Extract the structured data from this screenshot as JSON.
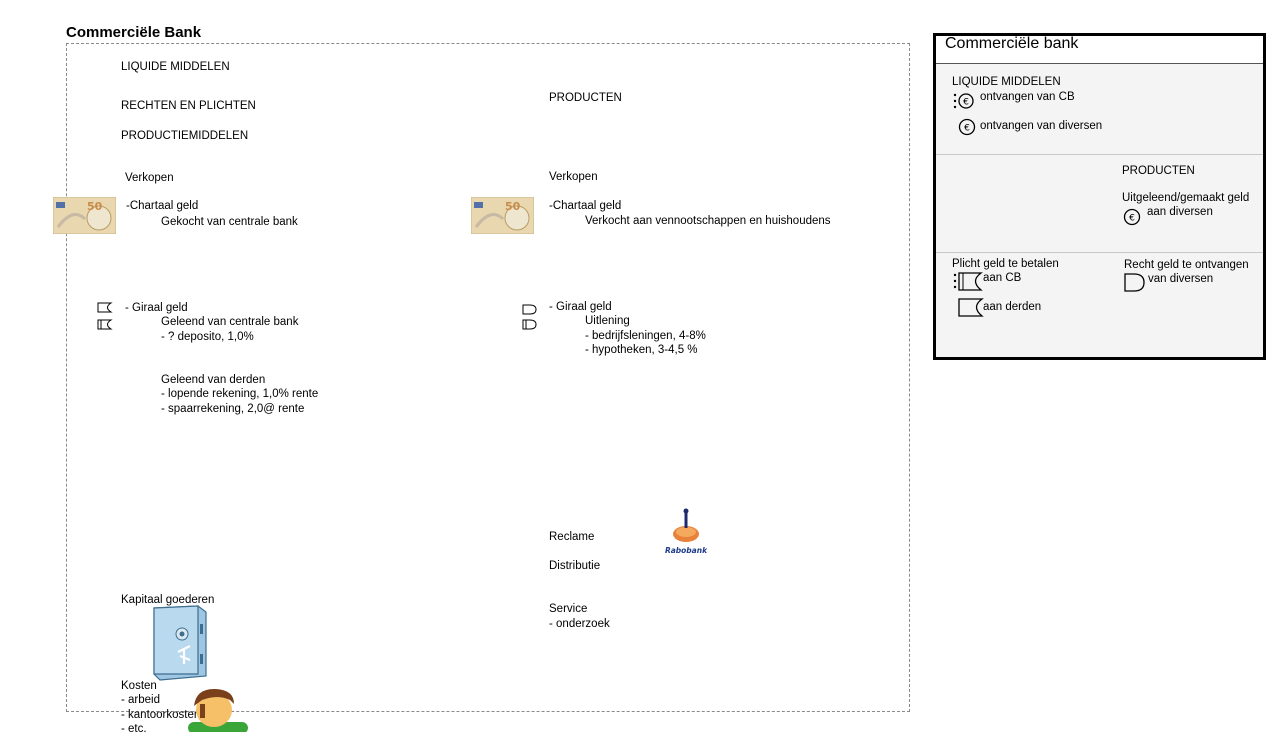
{
  "left": {
    "title": "Commerciële Bank",
    "liquide": "LIQUIDE MIDDELEN",
    "rechten": "RECHTEN EN PLICHTEN",
    "productiemiddelen": "PRODUCTIEMIDDELEN",
    "verkopen": "Verkopen",
    "chartaal": "-Chartaal geld",
    "chartaal_sub": "Gekocht van centrale bank",
    "giraal": "- Giraal geld",
    "giraal_sub1": "Geleend van centrale bank",
    "giraal_sub2": "- ? deposito, 1,0%",
    "derden_title": "Geleend van derden",
    "derden_1": "- lopende rekening, 1,0% rente",
    "derden_2": "- spaarrekening, 2,0@ rente",
    "kapitaal": "Kapitaal goederen",
    "kosten": "Kosten",
    "kosten_1": "- arbeid",
    "kosten_2": "- kantoorkosten",
    "kosten_3": "- etc."
  },
  "middle": {
    "producten": "PRODUCTEN",
    "verkopen": "Verkopen",
    "chartaal": "-Chartaal geld",
    "chartaal_sub": "Verkocht aan vennootschappen en huishoudens",
    "giraal": "- Giraal geld",
    "uitlening": "Uitlening",
    "uitlening_1": "- bedrijfsleningen, 4-8%",
    "uitlening_2": "- hypotheken, 3-4,5 %",
    "reclame": "Reclame",
    "distributie": "Distributie",
    "service": "Service",
    "service_1": "- onderzoek",
    "logo_text": "Rabobank"
  },
  "banknote": {
    "denomination": "50"
  },
  "panel": {
    "title": "Commerciële bank",
    "liquide": "LIQUIDE MIDDELEN",
    "ontvangen_cb": "ontvangen van CB",
    "ontvangen_div": "ontvangen van diversen",
    "producten": "PRODUCTEN",
    "uitgeleend": "Uitgeleend/gemaakt geld",
    "aan_diversen": "aan diversen",
    "plicht": "Plicht geld te betalen",
    "aan_cb": "aan CB",
    "aan_derden": "aan derden",
    "recht": "Recht geld te ontvangen",
    "van_diversen": "van diversen"
  }
}
